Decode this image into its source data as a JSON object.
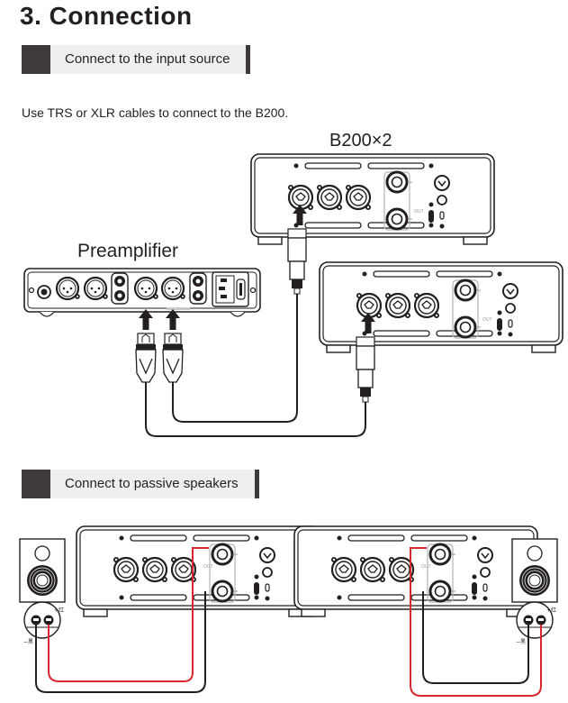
{
  "page": {
    "title": "3. Connection"
  },
  "sections": [
    {
      "header": "Connect to the input source",
      "description": "Use TRS or XLR cables to connect to the B200.",
      "devices": {
        "amp_label": "B200×2",
        "preamp_label": "Preamplifier"
      }
    },
    {
      "header": "Connect to passive speakers"
    }
  ],
  "panel_labels": {
    "out": "OUT",
    "plus": "+",
    "minus": "−",
    "speaker_plus": "+红",
    "speaker_minus": "−黑"
  },
  "colors": {
    "header_block": "#3e3a39",
    "header_bg": "#efefef",
    "red_cable": "#d7282f",
    "black_cable": "#231f20"
  }
}
